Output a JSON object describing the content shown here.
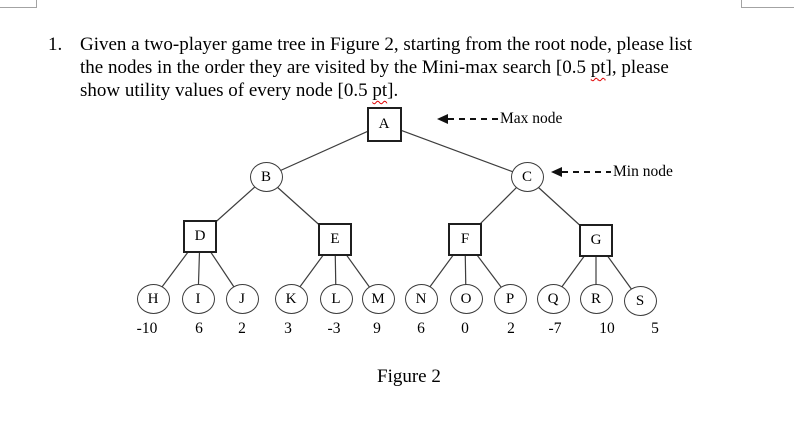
{
  "question": {
    "number": "1.",
    "lines": [
      {
        "pre": "Given a two-player game tree in Figure 2, starting from the root node, please list",
        "misspelled": "",
        "post": ""
      },
      {
        "pre": "the nodes in the order they are visited by the Mini-max search [0.5 ",
        "misspelled": "pt",
        "post": "], please"
      },
      {
        "pre": "show utility values of every node [0.5 ",
        "misspelled": "pt",
        "post": "]."
      }
    ]
  },
  "figure": {
    "caption": "Figure 2",
    "annotations": {
      "max_label": "Max node",
      "min_label": "Min node"
    },
    "tree": {
      "nodes": [
        {
          "id": "A",
          "label": "A",
          "shape": "square",
          "role": "max"
        },
        {
          "id": "B",
          "label": "B",
          "shape": "circle",
          "role": "min"
        },
        {
          "id": "C",
          "label": "C",
          "shape": "circle",
          "role": "min"
        },
        {
          "id": "D",
          "label": "D",
          "shape": "square",
          "role": "max"
        },
        {
          "id": "E",
          "label": "E",
          "shape": "square",
          "role": "max"
        },
        {
          "id": "F",
          "label": "F",
          "shape": "square",
          "role": "max"
        },
        {
          "id": "G",
          "label": "G",
          "shape": "square",
          "role": "max"
        },
        {
          "id": "H",
          "label": "H",
          "shape": "circle",
          "role": "leaf",
          "value": "-10"
        },
        {
          "id": "I",
          "label": "I",
          "shape": "circle",
          "role": "leaf",
          "value": "6"
        },
        {
          "id": "J",
          "label": "J",
          "shape": "circle",
          "role": "leaf",
          "value": "2"
        },
        {
          "id": "K",
          "label": "K",
          "shape": "circle",
          "role": "leaf",
          "value": "3"
        },
        {
          "id": "L",
          "label": "L",
          "shape": "circle",
          "role": "leaf",
          "value": "-3"
        },
        {
          "id": "M",
          "label": "M",
          "shape": "circle",
          "role": "leaf",
          "value": "9"
        },
        {
          "id": "N",
          "label": "N",
          "shape": "circle",
          "role": "leaf",
          "value": "6"
        },
        {
          "id": "O",
          "label": "O",
          "shape": "circle",
          "role": "leaf",
          "value": "0"
        },
        {
          "id": "P",
          "label": "P",
          "shape": "circle",
          "role": "leaf",
          "value": "2"
        },
        {
          "id": "Q",
          "label": "Q",
          "shape": "circle",
          "role": "leaf",
          "value": "-7"
        },
        {
          "id": "R",
          "label": "R",
          "shape": "circle",
          "role": "leaf",
          "value": "10"
        },
        {
          "id": "S",
          "label": "S",
          "shape": "circle",
          "role": "leaf",
          "value": "5"
        }
      ],
      "edges": [
        [
          "A",
          "B"
        ],
        [
          "A",
          "C"
        ],
        [
          "B",
          "D"
        ],
        [
          "B",
          "E"
        ],
        [
          "C",
          "F"
        ],
        [
          "C",
          "G"
        ],
        [
          "D",
          "H"
        ],
        [
          "D",
          "I"
        ],
        [
          "D",
          "J"
        ],
        [
          "E",
          "K"
        ],
        [
          "E",
          "L"
        ],
        [
          "E",
          "M"
        ],
        [
          "F",
          "N"
        ],
        [
          "F",
          "O"
        ],
        [
          "F",
          "P"
        ],
        [
          "G",
          "Q"
        ],
        [
          "G",
          "R"
        ],
        [
          "G",
          "S"
        ]
      ]
    }
  }
}
